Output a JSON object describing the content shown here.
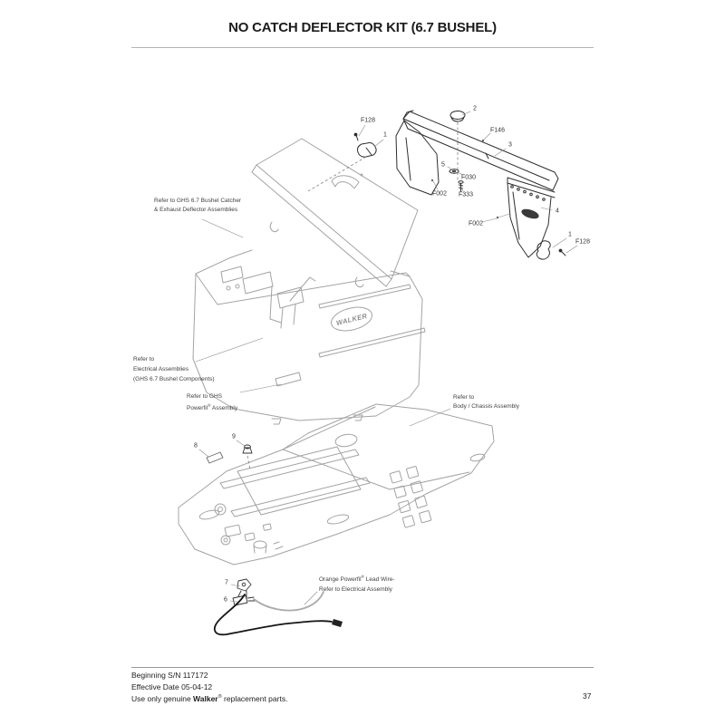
{
  "page": {
    "title": "NO CATCH DEFLECTOR KIT (6.7 BUSHEL)",
    "page_number": "37"
  },
  "footer": {
    "serial": "Beginning S/N 117172",
    "effective": "Effective Date 05-04-12",
    "genuine_prefix": "Use only genuine ",
    "brand": "Walker",
    "reg": "®",
    "genuine_suffix": " replacement parts."
  },
  "illustration": {
    "brand": "WALKER"
  },
  "callouts": {
    "f128_left": "F128",
    "one_left": "1",
    "two": "2",
    "f146": "F146",
    "three": "3",
    "five": "5",
    "f030": "F030",
    "f002_left": "F002",
    "f333": "F333",
    "f002_right": "F002",
    "four": "4",
    "one_right": "1",
    "f128_right": "F128",
    "six": "6",
    "seven": "7",
    "eight": "8",
    "nine": "9"
  },
  "notes": {
    "catcher": [
      "Refer to GHS 6.7 Bushel Catcher",
      "& Exhaust Deflector Assemblies"
    ],
    "electrical": [
      "Refer to",
      "Electrical Assemblies",
      "(GHS 6.7 Bushel Components)"
    ],
    "powerfil": {
      "line1": "Refer to GHS",
      "line2_pre": "Powerfil",
      "sup": "®",
      "line2_post": " Assembly"
    },
    "body": [
      "Refer to",
      "Body / Chassis Assembly"
    ],
    "wire": {
      "line1_pre": "Orange Powerfil",
      "sup": "®",
      "line1_post": " Lead Wire-",
      "line2": "Refer to Electrical Assembly"
    }
  }
}
